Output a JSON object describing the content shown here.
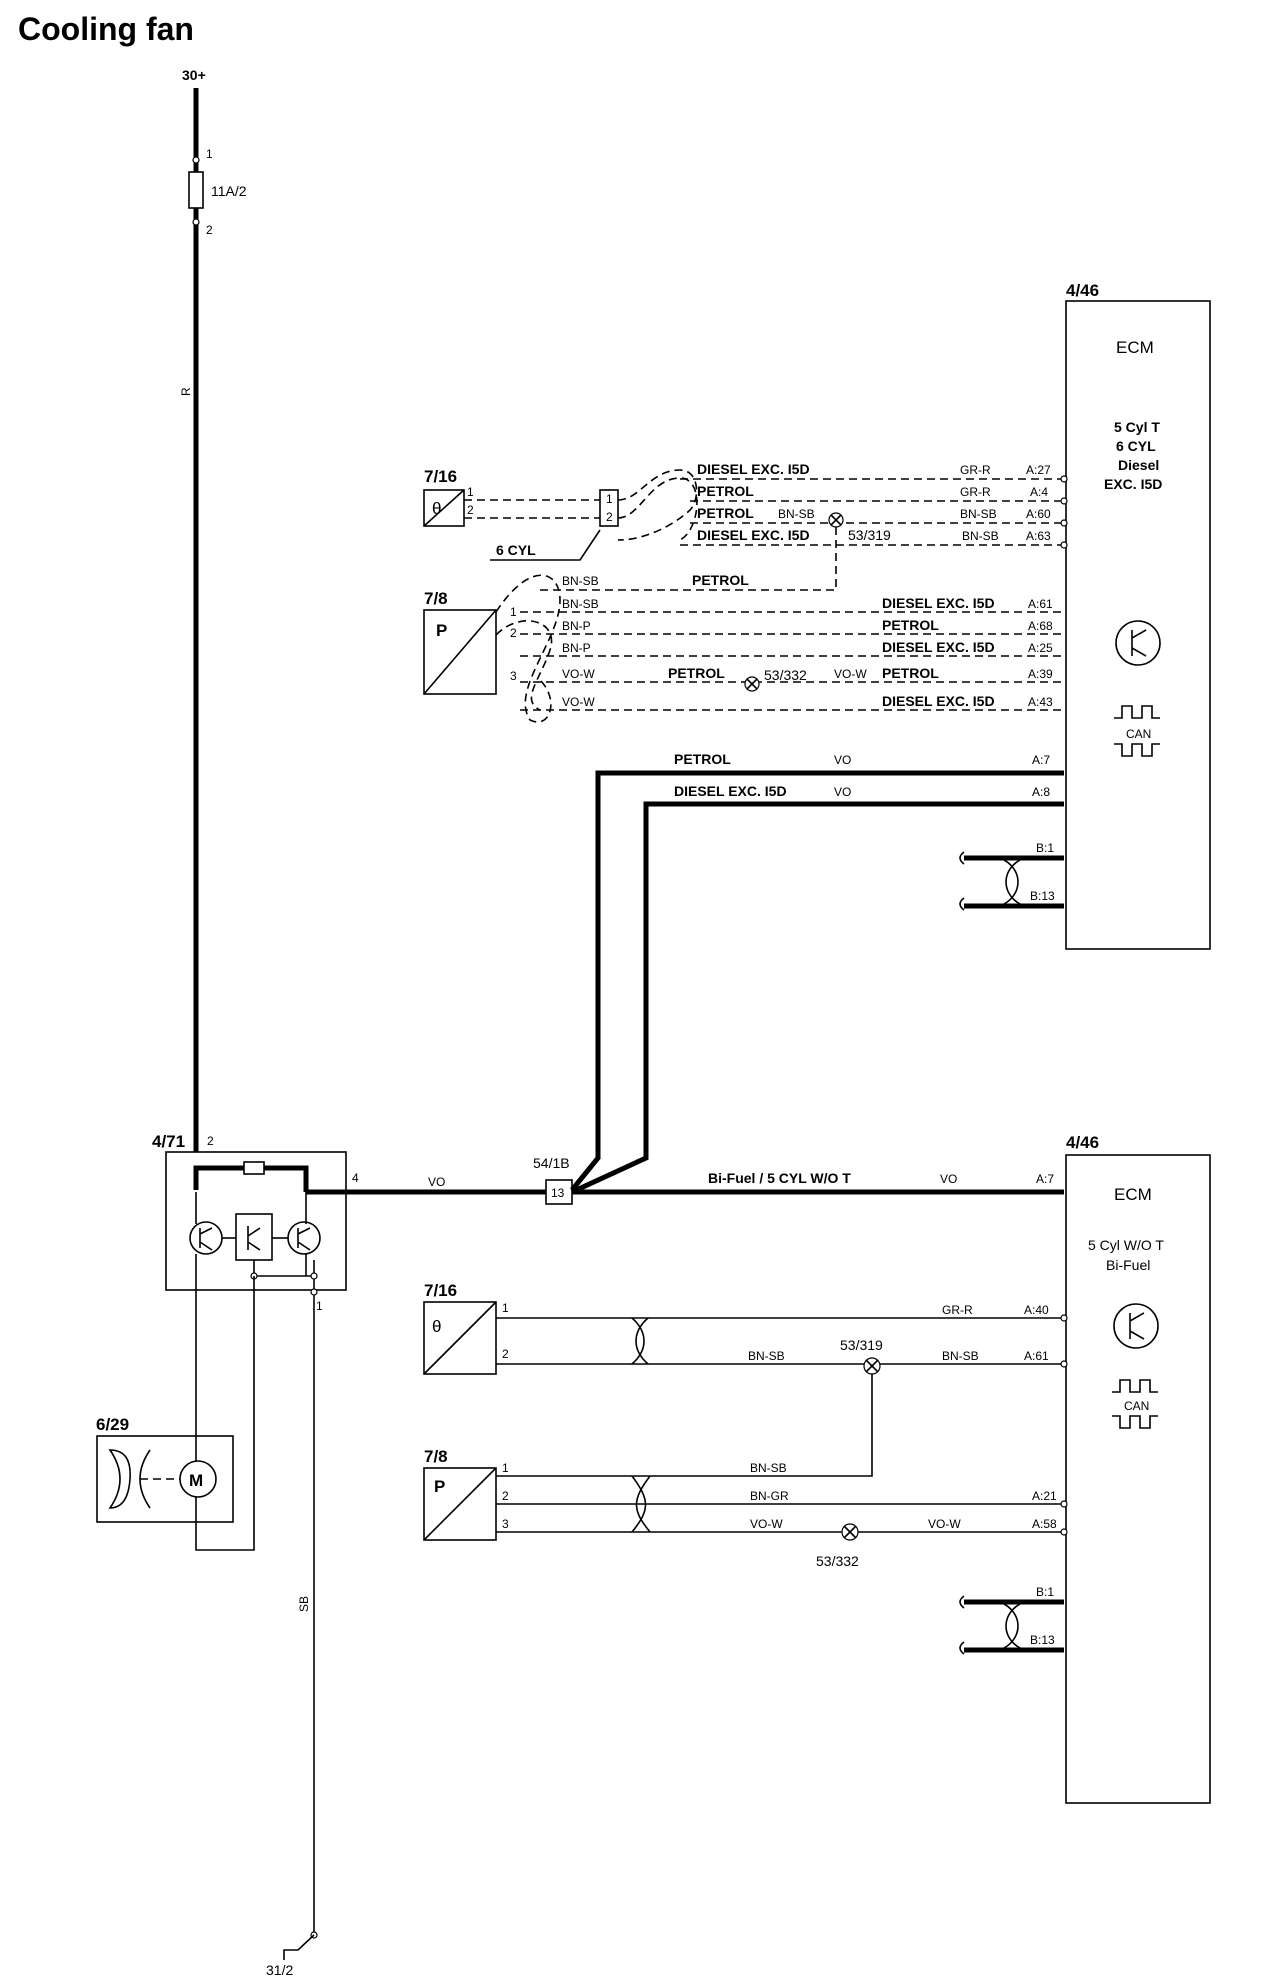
{
  "title": "Cooling fan",
  "supply": {
    "label": "30+",
    "fuse": "11A/2",
    "pin_top": "1",
    "pin_bottom": "2",
    "wire": "R"
  },
  "ground": {
    "label": "31/2",
    "wire": "SB"
  },
  "relay": {
    "id": "4/71",
    "pin_in": "2",
    "pin_out": "4",
    "pin_gnd": "1"
  },
  "fan_motor": {
    "id": "6/29",
    "motor": "M"
  },
  "relay_out_wire": "VO",
  "splice": {
    "id": "54/1B",
    "pin": "13"
  },
  "ecm_top": {
    "id": "4/46",
    "title": "ECM",
    "variant": [
      "5 Cyl T",
      "6 CYL",
      "Diesel",
      "EXC. I5D"
    ],
    "can": "CAN",
    "sensor_temp": {
      "id": "7/16",
      "symbol": "θ",
      "pins": [
        "1",
        "2"
      ],
      "note": "6 CYL",
      "conn_pins": [
        "1",
        "2"
      ]
    },
    "temp_wires": [
      {
        "cond": "DIESEL EXC. I5D",
        "color": "GR-R",
        "pin": "A:27"
      },
      {
        "cond": "PETROL",
        "color": "GR-R",
        "pin": "A:4"
      },
      {
        "cond": "PETROL",
        "color_left": "BN-SB",
        "color": "BN-SB",
        "pin": "A:60"
      },
      {
        "cond": "DIESEL EXC. I5D",
        "color": "BN-SB",
        "pin": "A:63",
        "splice": "53/319"
      }
    ],
    "sensor_press": {
      "id": "7/8",
      "symbol": "P",
      "pins": [
        "1",
        "2",
        "3"
      ]
    },
    "press_wires": [
      {
        "color": "BN-SB",
        "cond": "PETROL"
      },
      {
        "color": "BN-SB",
        "cond": "DIESEL EXC. I5D",
        "pin": "A:61"
      },
      {
        "color": "BN-P",
        "cond": "PETROL",
        "pin": "A:68"
      },
      {
        "color": "BN-P",
        "cond": "DIESEL EXC. I5D",
        "pin": "A:25"
      },
      {
        "color": "VO-W",
        "cond_mid": "PETROL",
        "splice": "53/332",
        "color_right": "VO-W",
        "cond": "PETROL",
        "pin": "A:39"
      },
      {
        "color": "VO-W",
        "cond": "DIESEL EXC. I5D",
        "pin": "A:43"
      }
    ],
    "fan_ctrl": [
      {
        "cond": "PETROL",
        "color": "VO",
        "pin": "A:7"
      },
      {
        "cond": "DIESEL EXC. I5D",
        "color": "VO",
        "pin": "A:8"
      }
    ],
    "can_pins": [
      "B:1",
      "B:13"
    ]
  },
  "ecm_bottom": {
    "id": "4/46",
    "title": "ECM",
    "variant": [
      "5 Cyl W/O T",
      "Bi-Fuel"
    ],
    "can": "CAN",
    "fan_ctrl": {
      "cond": "Bi-Fuel / 5 CYL W/O T",
      "color": "VO",
      "pin": "A:7"
    },
    "sensor_temp": {
      "id": "7/16",
      "symbol": "θ",
      "pins": [
        "1",
        "2"
      ]
    },
    "temp_wires": [
      {
        "color": "GR-R",
        "pin": "A:40"
      },
      {
        "color_left": "BN-SB",
        "color": "BN-SB",
        "pin": "A:61",
        "splice": "53/319"
      }
    ],
    "sensor_press": {
      "id": "7/8",
      "symbol": "P",
      "pins": [
        "1",
        "2",
        "3"
      ]
    },
    "press_wires": [
      {
        "color": "BN-SB"
      },
      {
        "color": "BN-GR",
        "pin": "A:21"
      },
      {
        "color_left": "VO-W",
        "color": "VO-W",
        "pin": "A:58",
        "splice": "53/332"
      }
    ],
    "can_pins": [
      "B:1",
      "B:13"
    ]
  }
}
